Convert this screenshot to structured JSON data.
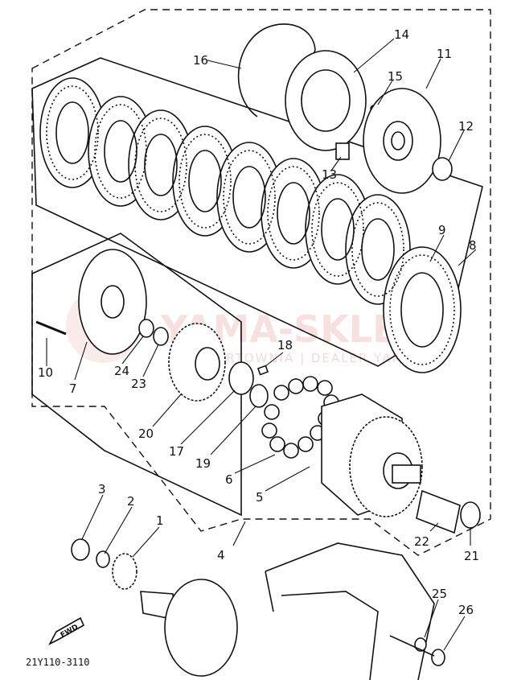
{
  "diagram": {
    "watermark": "YAMA-SKLEP",
    "watermark_sub": "HURTOWNIA | DEALER YAMAHA",
    "drawing_code": "21Y110-3110",
    "fwd_label": "FWD",
    "callouts": {
      "c1": "1",
      "c2": "2",
      "c3": "3",
      "c4": "4",
      "c5": "5",
      "c6": "6",
      "c7": "7",
      "c8": "8",
      "c9": "9",
      "c10": "10",
      "c11": "11",
      "c12": "12",
      "c13": "13",
      "c14": "14",
      "c15": "15",
      "c16": "16",
      "c17": "17",
      "c18": "18",
      "c19": "19",
      "c20": "20",
      "c21": "21",
      "c22": "22",
      "c23": "23",
      "c24": "24",
      "c25": "25",
      "c26": "26"
    }
  }
}
